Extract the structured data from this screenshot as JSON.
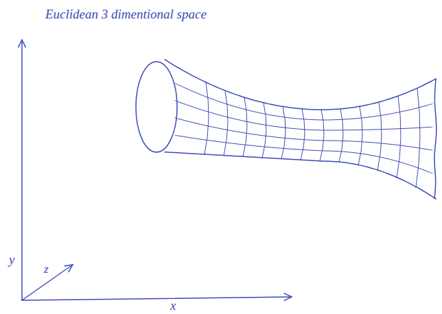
{
  "diagram": {
    "title": "Euclidean 3 dimentional space",
    "labels": [
      "y",
      "z",
      "x"
    ]
  }
}
